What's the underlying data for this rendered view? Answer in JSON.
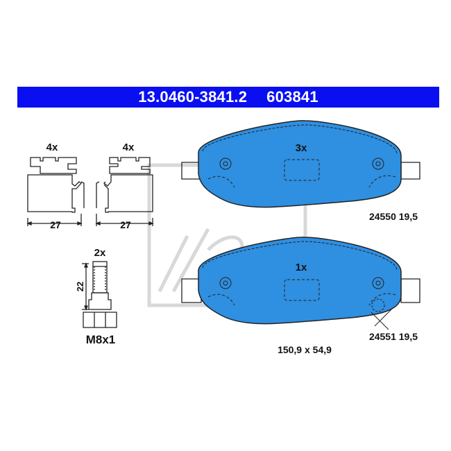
{
  "header": {
    "part_number": "13.0460-3841.2",
    "ref_number": "603841"
  },
  "clips": {
    "left_qty": "4x",
    "right_qty": "4x",
    "left_width": "27",
    "right_width": "27"
  },
  "bolt": {
    "qty": "2x",
    "length": "22",
    "thread": "M8x1"
  },
  "pads": {
    "top": {
      "qty": "3x",
      "code": "24550 19,5"
    },
    "bottom": {
      "qty": "1x",
      "code": "24551 19,5"
    },
    "dimensions": "150,9 x 54,9"
  },
  "colors": {
    "banner": "#0a0ff2",
    "pad_fill": "#2f8fe0",
    "line": "#222222",
    "watermark": "#d8d8d8"
  }
}
